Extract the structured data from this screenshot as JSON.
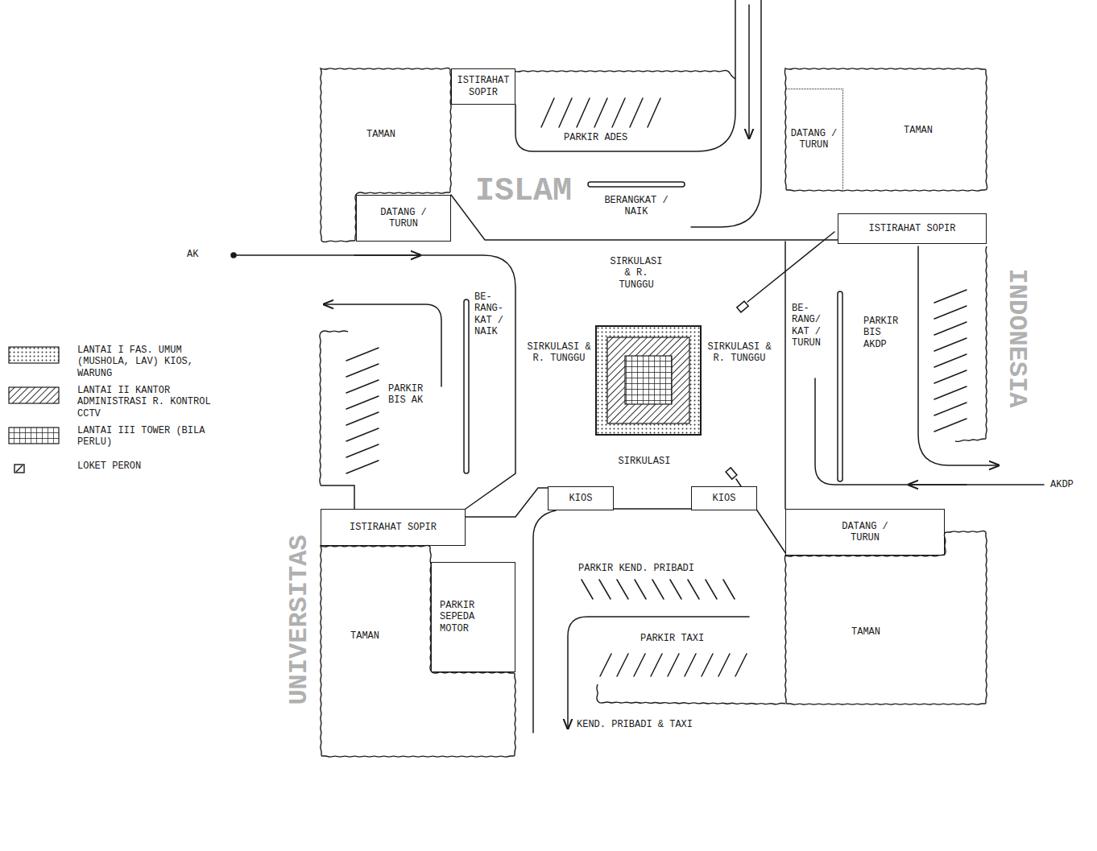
{
  "diagram": {
    "nodes": [
      {
        "text": [
          "TAMAN"
        ]
      },
      {
        "text": [
          "ISTIRAHAT SOPIR"
        ]
      },
      {
        "text": [
          "TAMAN"
        ]
      },
      {
        "text": [
          "DATANG / TURUN"
        ],
        "in": 2
      },
      {
        "text": [
          "DATANG / TURUN"
        ]
      },
      {
        "text": [
          "ISTIRAHAT SOPIR"
        ]
      },
      {
        "text": [
          "KIOS"
        ]
      },
      {
        "text": [
          "KIOS"
        ]
      },
      {
        "text": [
          "ISTIRAHAT SOPIR"
        ]
      },
      {
        "text": [
          "DATANG / TURUN"
        ]
      },
      {
        "text": [
          "TAMAN"
        ]
      },
      {
        "text": [
          "PARKIR SEPEDA MOTOR"
        ]
      },
      {
        "text": [
          "TAMAN"
        ]
      }
    ],
    "labels": [
      "PARKIR ADES",
      "BERANGKAT / NAIK",
      "SIRKULASI & R. TUNGGU",
      "AK",
      "BE- RANG- KAT / NAIK",
      "SIRKULASI & R. TUNGGU",
      "SIRKULASI & R. TUNGGU",
      "BE- RANG/ KAT / TURUN",
      "PARKIR BIS AKDP",
      "PARKIR BIS AK",
      "SIRKULASI",
      "AKDP",
      "PARKIR KEND. PRIBADI",
      "PARKIR TAXI",
      "KEND. PRIBADI & TAXI",
      "ISLAM",
      "UNIVERSITAS",
      "INDONESIA"
    ],
    "legend": [
      {
        "text": "LANTAI I FAS. UMUM (MUSHOLA, LAV) KIOS, WARUNG"
      },
      {
        "text": "LANTAI II KANTOR ADMINISTRASI R. KONTROL CCTV"
      },
      {
        "text": "LANTAI III TOWER (BILA PERLU)"
      },
      {
        "text": "LOKET PERON"
      }
    ]
  }
}
